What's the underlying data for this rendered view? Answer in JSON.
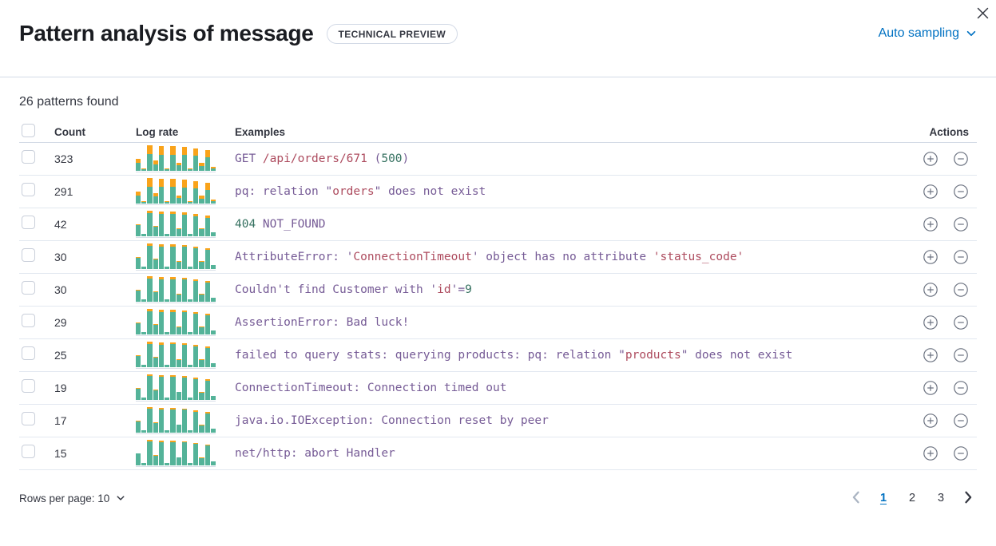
{
  "header": {
    "title": "Pattern analysis of message",
    "badge": "TECHNICAL PREVIEW",
    "sampling_label": "Auto sampling"
  },
  "summary": "26 patterns found",
  "colors": {
    "token_purple": "#765B96",
    "token_red": "#AD4B5E",
    "token_green": "#357160",
    "spark_teal": "#54B399",
    "spark_orange": "#F9A31A",
    "link_blue": "#0071C2"
  },
  "sparkline": {
    "type": "bar",
    "note": "stacked mini histogram per row: teal base + orange cap",
    "bars": [
      48,
      9,
      100,
      40,
      96,
      9,
      97,
      32,
      95,
      9,
      88,
      30,
      81,
      16
    ]
  },
  "table": {
    "columns": {
      "count": "Count",
      "log_rate": "Log rate",
      "examples": "Examples",
      "actions": "Actions"
    },
    "rows": [
      {
        "count": "323",
        "orange_fraction": 0.34,
        "tokens": [
          {
            "t": "GET ",
            "c": "purple"
          },
          {
            "t": "/api/orders/671",
            "c": "red"
          },
          {
            "t": " (",
            "c": "purple"
          },
          {
            "t": "500",
            "c": "green"
          },
          {
            "t": ")",
            "c": "purple"
          }
        ]
      },
      {
        "count": "291",
        "orange_fraction": 0.33,
        "tokens": [
          {
            "t": "pq: relation \"",
            "c": "purple"
          },
          {
            "t": "orders",
            "c": "red"
          },
          {
            "t": "\" does not exist",
            "c": "purple"
          }
        ]
      },
      {
        "count": "42",
        "orange_fraction": 0.1,
        "tokens": [
          {
            "t": "404",
            "c": "green"
          },
          {
            "t": " NOT_FOUND",
            "c": "purple"
          }
        ]
      },
      {
        "count": "30",
        "orange_fraction": 0.09,
        "tokens": [
          {
            "t": "AttributeError: '",
            "c": "purple"
          },
          {
            "t": "ConnectionTimeout",
            "c": "red"
          },
          {
            "t": "' object has no attribute ",
            "c": "purple"
          },
          {
            "t": "'status_code'",
            "c": "red"
          }
        ]
      },
      {
        "count": "30",
        "orange_fraction": 0.09,
        "tokens": [
          {
            "t": "Couldn't find Customer with '",
            "c": "purple"
          },
          {
            "t": "id",
            "c": "red"
          },
          {
            "t": "'=",
            "c": "purple"
          },
          {
            "t": "9",
            "c": "green"
          }
        ]
      },
      {
        "count": "29",
        "orange_fraction": 0.09,
        "tokens": [
          {
            "t": "AssertionError: Bad luck!",
            "c": "purple"
          }
        ]
      },
      {
        "count": "25",
        "orange_fraction": 0.08,
        "tokens": [
          {
            "t": "failed to query stats: querying products: pq: relation \"",
            "c": "purple"
          },
          {
            "t": "products",
            "c": "red"
          },
          {
            "t": "\" does not exist",
            "c": "purple"
          }
        ]
      },
      {
        "count": "19",
        "orange_fraction": 0.07,
        "tokens": [
          {
            "t": "ConnectionTimeout: Connection timed out",
            "c": "purple"
          }
        ]
      },
      {
        "count": "17",
        "orange_fraction": 0.06,
        "tokens": [
          {
            "t": "java.io.IOException: Connection reset by peer",
            "c": "purple"
          }
        ]
      },
      {
        "count": "15",
        "orange_fraction": 0.05,
        "tokens": [
          {
            "t": "net/http: abort Handler",
            "c": "purple"
          }
        ]
      }
    ]
  },
  "footer": {
    "rows_per_page_label": "Rows per page: 10",
    "pagination": {
      "pages": [
        "1",
        "2",
        "3"
      ],
      "active_page": "1"
    }
  }
}
